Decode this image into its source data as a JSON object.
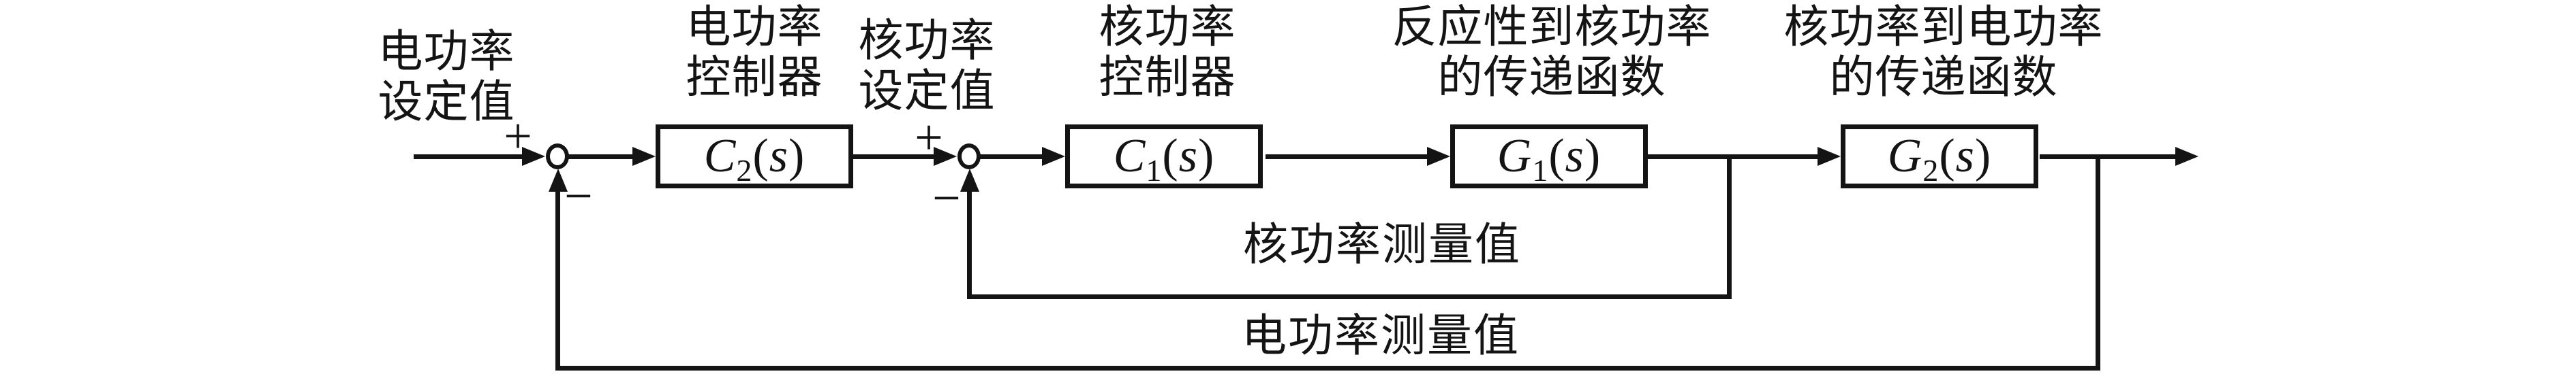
{
  "labels": {
    "elec_setpoint_l1": "电功率",
    "elec_setpoint_l2": "设定值",
    "c2_label_l1": "电功率",
    "c2_label_l2": "控制器",
    "nuc_setpoint_l1": "核功率",
    "nuc_setpoint_l2": "设定值",
    "c1_label_l1": "核功率",
    "c1_label_l2": "控制器",
    "g1_label_l1": "反应性到核功率",
    "g1_label_l2": "的传递函数",
    "g2_label_l1": "核功率到电功率",
    "g2_label_l2": "的传递函数",
    "fb_inner": "核功率测量值",
    "fb_outer": "电功率测量值"
  },
  "blocks": {
    "c2": {
      "sym": "C",
      "sub": "2",
      "var": "s"
    },
    "c1": {
      "sym": "C",
      "sub": "1",
      "var": "s"
    },
    "g1": {
      "sym": "G",
      "sub": "1",
      "var": "s"
    },
    "g2": {
      "sym": "G",
      "sub": "2",
      "var": "s"
    }
  },
  "signs": {
    "plus": "+",
    "minus": "−"
  },
  "punct": {
    "lparen": "(",
    "rparen": ")"
  },
  "colors": {
    "line": "#141414",
    "background": "#ffffff",
    "text": "#141414"
  }
}
